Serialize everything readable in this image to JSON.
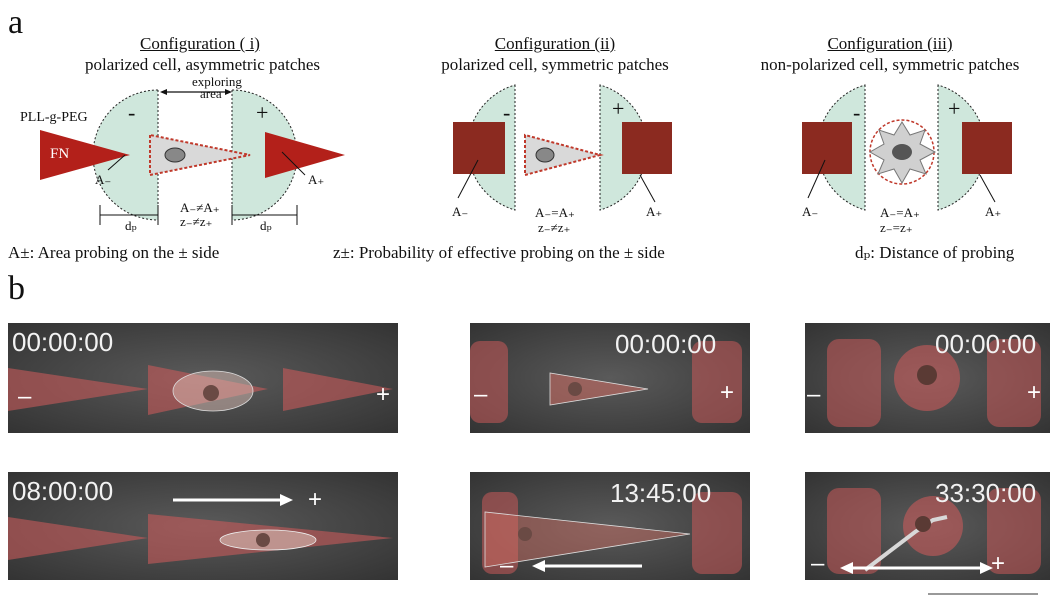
{
  "panel_a": {
    "letter": "a",
    "configs": [
      {
        "title": "Configuration ( i)",
        "subtitle": "polarized cell, asymmetric patches"
      },
      {
        "title": "Configuration (ii)",
        "subtitle": "polarized cell, symmetric patches"
      },
      {
        "title": "Configuration (iii)",
        "subtitle": "non-polarized cell, symmetric patches"
      }
    ],
    "labels": {
      "pll": "PLL-g-PEG",
      "fn": "FN",
      "exploring": "exploring",
      "area": "area",
      "minus": "-",
      "plus": "+",
      "a_minus": "A₋",
      "a_plus": "A₊",
      "dp": "dₚ",
      "c1_rel1": "A₋≠A₊",
      "c1_rel2": "z₋≠z₊",
      "c2_rel1": "A₋=A₊",
      "c2_rel2": "z₋≠z₊",
      "c3_rel1": "A₋=A₊",
      "c3_rel2": "z₋=z₊"
    },
    "captions": {
      "area_probing": "A±: Area probing on the  ± side",
      "probability": "z±: Probability of effective probing on the  ± side",
      "distance": "dₚ: Distance of probing"
    }
  },
  "panel_b": {
    "letter": "b",
    "frames": [
      {
        "time": "00:00:00",
        "minus": "–",
        "plus": "+"
      },
      {
        "time": "00:00:00",
        "minus": "–",
        "plus": "+"
      },
      {
        "time": "00:00:00",
        "minus": "–",
        "plus": "+"
      },
      {
        "time": "08:00:00",
        "plus": "+"
      },
      {
        "time": "13:45:00",
        "minus": "–"
      },
      {
        "time": "33:30:00",
        "minus": "–",
        "plus": "+"
      }
    ]
  },
  "colors": {
    "fn_red": "#b3201a",
    "patch_green": "#cfe7dc",
    "patch_red": "#8b2a20"
  }
}
